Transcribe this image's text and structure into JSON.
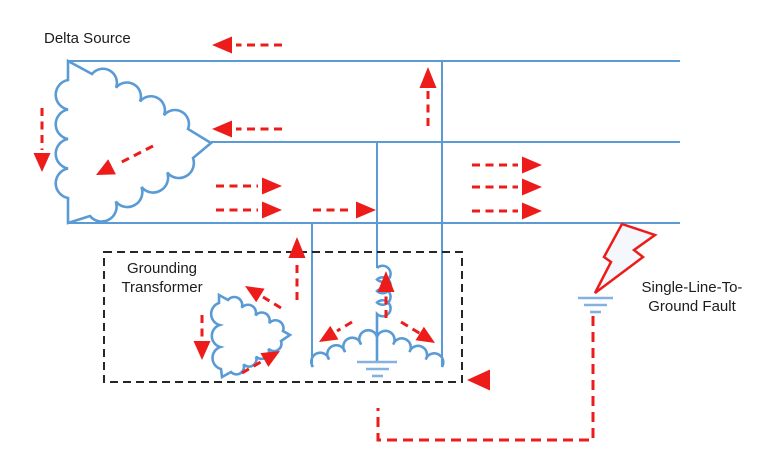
{
  "labels": {
    "delta_source": "Delta Source",
    "grounding_transformer_line1": "Grounding",
    "grounding_transformer_line2": "Transformer",
    "fault_line1": "Single-Line-To-",
    "fault_line2": "Ground Fault"
  },
  "colors": {
    "circuit_blue": "#5b9bd5",
    "ground_symbol_blue": "#85b1e0",
    "current_red": "#ee1b1b",
    "box_outline_black": "#262626",
    "text_black": "#1c1c1c",
    "background": "#ffffff"
  },
  "symbols": {
    "delta_source": "delta-winding connected to three-phase bus",
    "grounding_transformer": "delta-winding plus zigzag-wye-winding with neutral ground, enclosed in dashed box",
    "fault": "lightning-bolt from bottom phase conductor to ground symbol",
    "fault_return": "red dashed path from fault ground back to transformer neutral ground"
  },
  "flows": {
    "bus_top_above": "left",
    "bus_middle_above": "left",
    "bus_bottom_between_left": "right (x2)",
    "bus_bottom_mid": "right",
    "bus_bottom_right_group": "right (x3)",
    "right_feeder": "up",
    "neutral_riser": "up",
    "wye_center": "up",
    "wye_left_winding": "down-left",
    "wye_right_winding": "down-right",
    "small_delta": "circulating (down, up-left, up-right)",
    "big_delta": "circulating (down, down-left)",
    "into_box_corner": "left"
  }
}
